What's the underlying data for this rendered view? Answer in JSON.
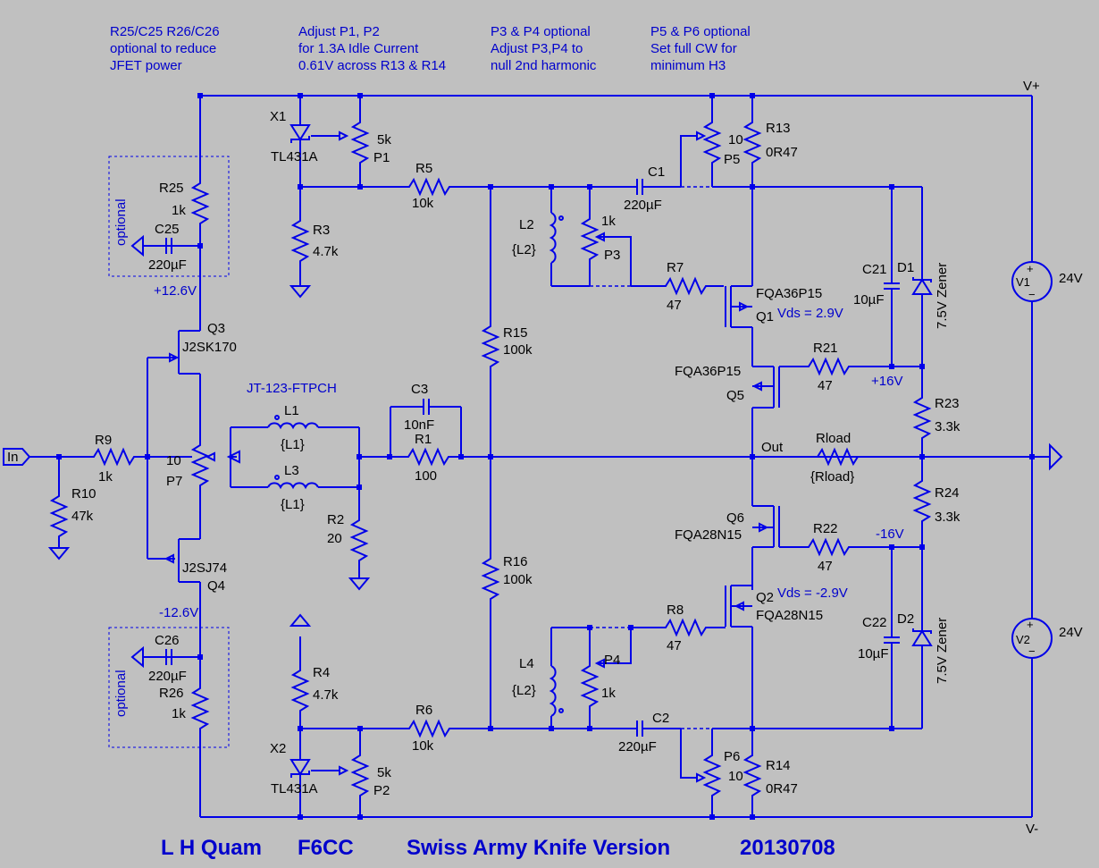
{
  "notes": {
    "n1": [
      "R25/C25 R26/C26",
      "optional to reduce",
      "JFET power"
    ],
    "n2": [
      "Adjust P1, P2",
      "for 1.3A Idle Current",
      "0.61V across R13 & R14"
    ],
    "n3": [
      "P3 & P4 optional",
      "Adjust P3,P4 to",
      "null 2nd harmonic"
    ],
    "n4": [
      "P5 & P6 optional",
      "Set full CW for",
      "minimum H3"
    ]
  },
  "title": {
    "author": "L H Quam",
    "project": "F6CC",
    "version": "Swiss Army Knife Version",
    "date": "20130708"
  },
  "nets": {
    "vplus": "V+",
    "vminus": "V-",
    "input": "In",
    "out": "Out",
    "jfet_top_v": "+12.6V",
    "jfet_bot_v": "-12.6V",
    "plus16": "+16V",
    "minus16": "-16V",
    "vds_q1": "Vds = 2.9V",
    "vds_q2": "Vds = -2.9V",
    "transformer": "JT-123-FTPCH",
    "optional_top": "optional",
    "optional_bot": "optional"
  },
  "components": {
    "x1": [
      "X1",
      "TL431A"
    ],
    "x2": [
      "X2",
      "TL431A"
    ],
    "p1": [
      "5k",
      "P1"
    ],
    "p2": [
      "5k",
      "P2"
    ],
    "r3": [
      "R3",
      "4.7k"
    ],
    "r4": [
      "R4",
      "4.7k"
    ],
    "r5": [
      "R5",
      "10k"
    ],
    "r6": [
      "R6",
      "10k"
    ],
    "c1": [
      "C1",
      "220µF"
    ],
    "c2": [
      "C2",
      "220µF"
    ],
    "p5": [
      "10",
      "P5"
    ],
    "p6": [
      "P6",
      "10"
    ],
    "r13": [
      "R13",
      "0R47"
    ],
    "r14": [
      "R14",
      "0R47"
    ],
    "l2": [
      "L2",
      "{L2}"
    ],
    "l4": [
      "L4",
      "{L2}"
    ],
    "p3": [
      "1k",
      "P3"
    ],
    "p4": [
      "P4",
      "1k"
    ],
    "r7": [
      "R7",
      "47"
    ],
    "r8": [
      "R8",
      "47"
    ],
    "q1": [
      "FQA36P15",
      "Q1"
    ],
    "q5": [
      "FQA36P15",
      "Q5"
    ],
    "q2": [
      "Q2",
      "FQA28N15"
    ],
    "q6": [
      "Q6",
      "FQA28N15"
    ],
    "r21": [
      "R21",
      "47"
    ],
    "r22": [
      "R22",
      "47"
    ],
    "c21": [
      "C21",
      "10µF"
    ],
    "c22": [
      "C22",
      "10µF"
    ],
    "d1": [
      "D1",
      "7.5V Zener"
    ],
    "d2": [
      "D2",
      "7.5V Zener"
    ],
    "r23": [
      "R23",
      "3.3k"
    ],
    "r24": [
      "R24",
      "3.3k"
    ],
    "rload": [
      "Rload",
      "{Rload}"
    ],
    "v1": [
      "V1",
      "24V"
    ],
    "v2": [
      "V2",
      "24V"
    ],
    "r15": [
      "R15",
      "100k"
    ],
    "r16": [
      "R16",
      "100k"
    ],
    "c3": [
      "C3",
      "10nF"
    ],
    "r1": [
      "R1",
      "100"
    ],
    "l1": [
      "L1",
      "{L1}"
    ],
    "l3": [
      "L3",
      "{L1}"
    ],
    "r2": [
      "R2",
      "20"
    ],
    "r9": [
      "R9",
      "1k"
    ],
    "r10": [
      "R10",
      "47k"
    ],
    "p7": [
      "10",
      "P7"
    ],
    "q3": [
      "Q3",
      "J2SK170"
    ],
    "q4": [
      "J2SJ74",
      "Q4"
    ],
    "r25": [
      "R25",
      "1k"
    ],
    "c25": [
      "C25",
      "220µF"
    ],
    "r26": [
      "R26",
      "1k"
    ],
    "c26": [
      "C26",
      "220µF"
    ]
  }
}
